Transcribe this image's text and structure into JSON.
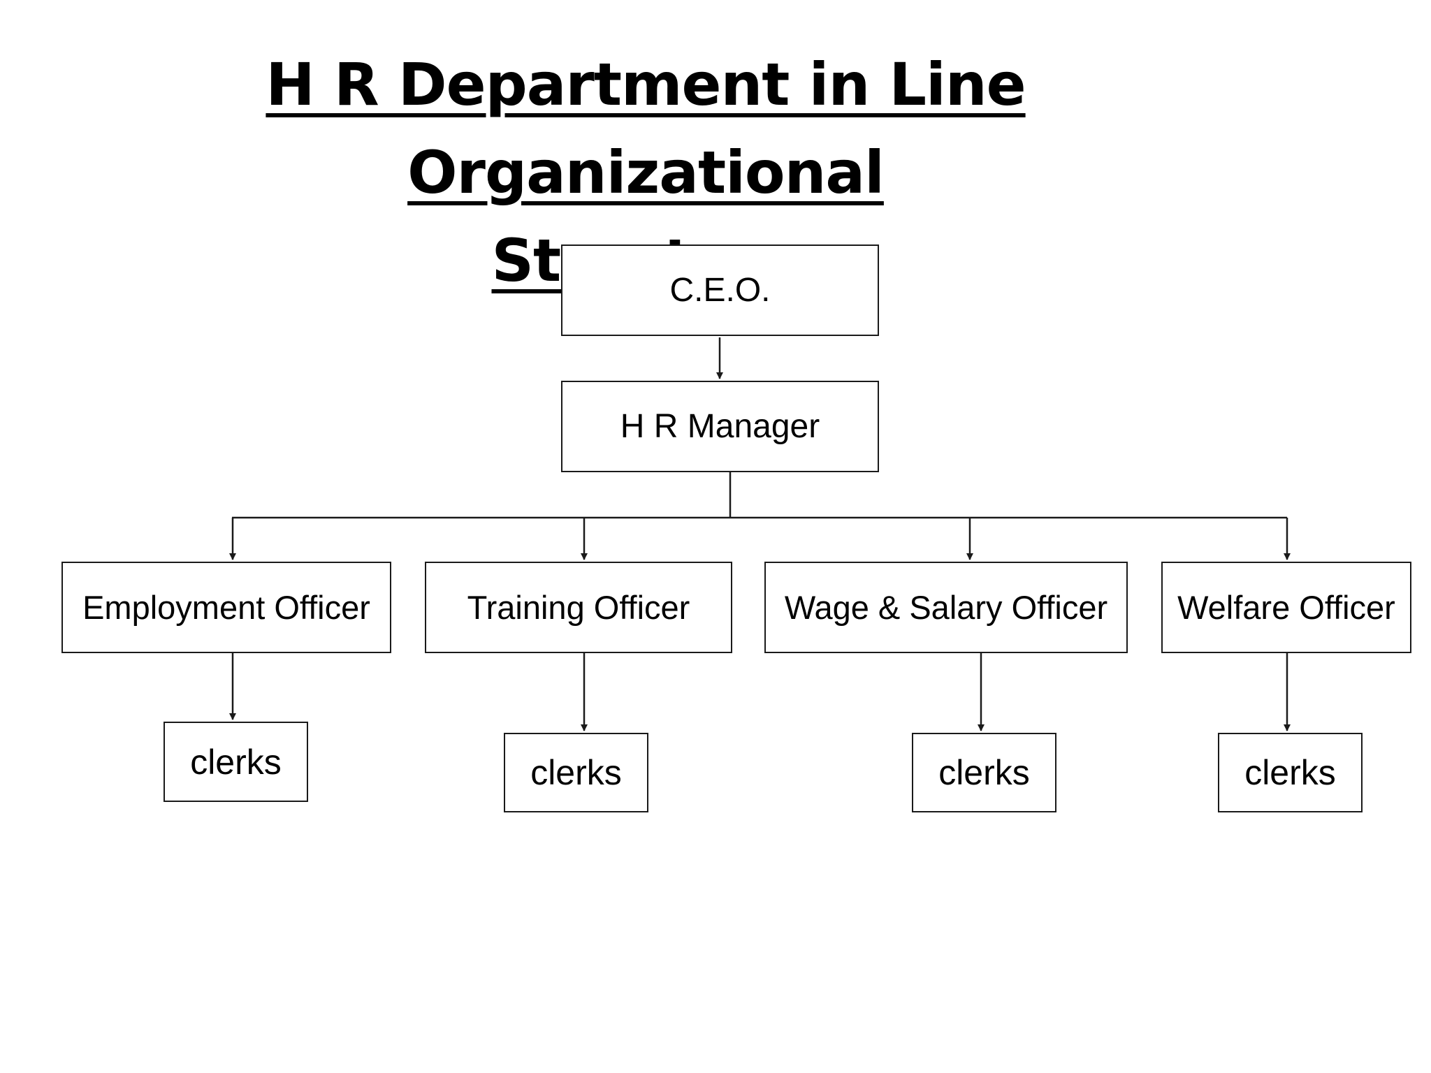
{
  "title": {
    "line1": "H R Department in Line Organizational",
    "line2": "Structure"
  },
  "org_chart": {
    "root": "C.E.O.",
    "manager": "H R Manager",
    "officers": [
      "Employment Officer",
      "Training Officer",
      "Wage & Salary Officer",
      "Welfare Officer"
    ],
    "clerks": [
      "clerks",
      "clerks",
      "clerks",
      "clerks"
    ]
  },
  "colors": {
    "line": "#1a1a1a",
    "text": "#000000",
    "background": "#ffffff"
  }
}
